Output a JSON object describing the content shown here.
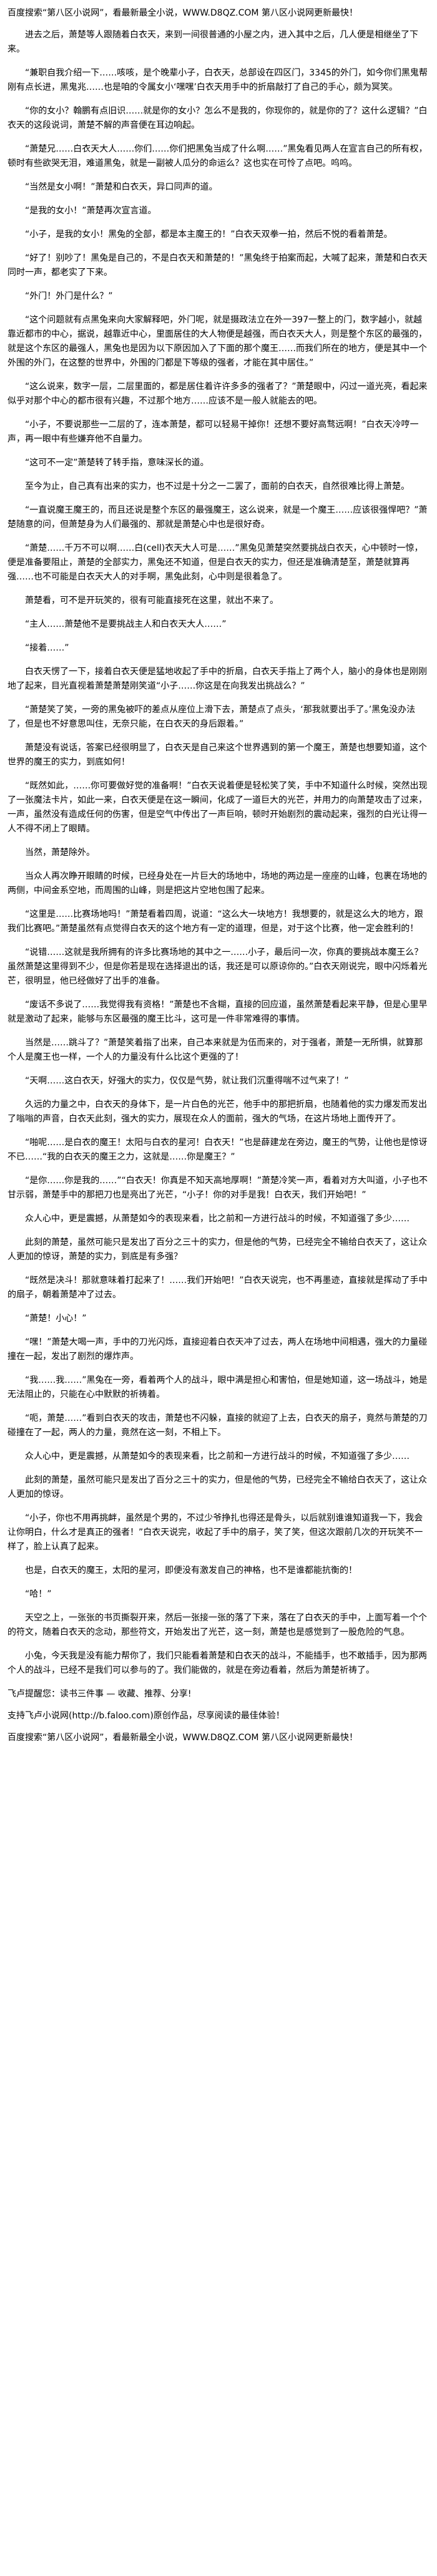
{
  "header_notice": "百度搜索“第八区小说网”，看最新最全小说，WWW.D8QZ.COM  第八区小说网更新最快！",
  "paragraphs": [
    "进去之后，萧楚等人跟随着白衣天，来到一间很普通的小屋之内，进入其中之后，几人便是相继坐了下来。",
    "“兼职自我介绍一下……咳咳，是个晚辈小子，白衣天，总部设在四区门，3345的外门，如今你们黑鬼帮刚有点长进，黑鬼兆……也是咱的令属女小‘嘿嘿’白衣天用手中的折扇敲打了自己的手心，颇为冥笑。",
    "“你的女小？翰鹏有点旧识……就是你的女小？怎么不是我的，你现你的，就是你的了？这什么逻辑？”白衣天的这段说词，萧楚不解的声音便在耳边响起。",
    "“萧楚兄……白衣天大人……你们……你们把黑兔当成了什么啊……”黑兔看见两人在宣言自己的所有权，顿时有些欲哭无泪，难道黑兔，就是一副被人瓜分的命运么？这也实在可怜了点吧。呜呜。",
    "“当然是女小啊！”萧楚和白衣天，异口同声的道。",
    "“是我的女小！”萧楚再次宣言道。",
    "“小子，是我的女小！黑兔的全部，都是本主魔王的！”白衣天双拳一拍，然后不悦的看着萧楚。",
    "“好了！别吵了！黑兔是自己的，不是白衣天和萧楚的！”黑兔终于拍案而起，大喊了起来，萧楚和白衣天同时一声，都老实了下来。",
    "“外门！外门是什么？”",
    "“这个问题就有点黑兔来向大家解释吧，外门呢，就是摄政法立在外一397一整上的门，数字越小，就越靠近都市的中心，据说，越靠近中心，里面居住的大人物便是越强，而白衣天大人，则是整个东区的最强的，就是这个东区的最强人，黑兔也是因为以下原因加入了下面的那个魔王……而我们所在的地方，便是其中一个外围的外门，在这整的世界中，外围的门都是下等级的强者，才能在其中居住。”",
    "“这么说来，数字一层，二层里面的，都是居住着许许多多的强者了？”萧楚眼中，闪过一道光亮，看起来似乎对那个中心的都市很有兴趣，不过那个地方……应该不是一般人就能去的吧。",
    "“小子，不要说那些一二层的了，连本萧楚，都可以轻易干掉你！还想不要好高骛远啊！”白衣天冷哼一声，再一眼中有些嫌弃他不自量力。",
    "“这可不一定”萧楚转了转手指，意味深长的道。",
    "至今为止，自己真有出来的实力，也不过是十分之一二罢了，面前的白衣天，自然很难比得上萧楚。",
    "“一直说魔王魔王的，而且还说是整个东区的最强魔王，这么说来，就是一个魔王……应该很强悍吧？”萧楚随意的问，但萧楚身为人们最强的、那就是萧楚心中也是很好奇。",
    "“萧楚……千万不可以啊……白(cell)衣天大人可是……”黑兔见萧楚突然要挑战白衣天，心中顿时一惊，便是准备要阻止，萧楚的全部实力，黑兔还不知道，但是白衣天的实力，但还是准确清楚至，萧楚就算再强……也不可能是白衣天大人的对手啊，黑兔此刻，心中则是很着急了。",
    "萧楚看，可不是开玩笑的，很有可能直接死在这里，就出不来了。",
    "“主人……萧楚他不是要挑战主人和白衣天大人……”",
    "“接着……”",
    "白衣天愣了一下，接着白衣天便是猛地收起了手中的折扇，白衣天手指上了两个人，脑小的身体也是刚刚地了起来，目光直视着萧楚萧楚刚笑道“小子……你这是在向我发出挑战么？”",
    "“萧楚笑了笑，一旁的黑兔被吓的差点从座位上滑下去，萧楚点了点头，‘那我就要出手了。’黑兔没办法了，但是也不好意思叫住，无奈只能，在白衣天的身后跟着。”",
    "萧楚没有说话，答案已经很明显了，白衣天是自己来这个世界遇到的第一个魔王，萧楚也想要知道，这个世界的魔王的实力，到底如何！",
    "“既然如此，……你可要做好觉的准备啊！”白衣天说着便是轻松笑了笑，手中不知道什么时候，突然出现了一张魔法卡片，如此一来，白衣天便是在这一瞬间，化成了一道巨大的光芒，并用力的向萧楚攻击了过来，一声，虽然没有造成任何的伤害，但是空气中传出了一声巨响，顿时开始剧烈的震动起来，强烈的白光让得一人不得不闭上了眼睛。",
    "当然，萧楚除外。",
    "当众人再次睁开眼睛的时候，已经身处在一片巨大的场地中，场地的两边是一座座的山峰，包裹在场地的两侧，中间金系空地，而周围的山峰，则是把这片空地包围了起来。",
    "“这里是……比赛场地吗！”萧楚看着四周，说道：“这么大一块地方！我想要的，就是这么大的地方，跟我们比赛吧。”萧楚虽然有点觉得白衣天的这个地方有一定的道理，但是，对于这个比赛，他一定会胜利的！",
    "“说错……这就是我所拥有的许多比赛场地的其中之一……小子，最后问一次，你真的要挑战本魔王么？虽然萧楚这里得到不少，但是你若是现在选择退出的话，我还是可以原谅你的。”白衣天刚说完，眼中闪烁着光芒，很明显，他已经做好了出手的准备。",
    "“废话不多说了……我觉得我有资格！”萧楚也不含糊，直接的回应道，虽然萧楚看起来平静，但是心里早就是激动了起来，能够与东区最强的魔王比斗，这可是一件非常难得的事情。",
    "当然是……跳斗了？”萧楚笑着指了出来，自己本来就是为伍而来的，对于强者，萧楚一无所惧，就算那个人是魔王也一样，一个人的力量没有什么比这个更强的了！",
    "“天啊……这白衣天，好强大的实力，仅仅是气势，就让我们沉重得喘不过气来了！”",
    "久远的力量之中，白衣天的身体下，是一片白色的光芒，他手中的那把折扇，也随着他的实力爆发而发出了嗡嗡的声音，白衣天此刻，强大的实力，展现在众人的面前，强大的气场，在这片场地上面传开了。",
    "“啪呢……是白衣的魔王！太阳与白衣的星河！白衣天！”也是薛建龙在旁边，魔王的气势，让他也是惊讶不已……“我的白衣天的魔王之力，这就是……你是魔王？”",
    "“是你……你是我的……”“白衣天！你真是不知天高地厚啊！”萧楚冷笑一声，看着对方大叫道，小子也不甘示弱，萧楚手中的那把刀也是亮出了光芒，“小子！你的对手是我！白衣天，我们开始吧！”",
    "众人心中，更是震撼，从萧楚如今的表现来看，比之前和一方进行战斗的时候，不知道强了多少……",
    "此刻的萧楚，虽然可能只是发出了百分之三十的实力，但是他的气势，已经完全不输给白衣天了，这让众人更加的惊讶，萧楚的实力，到底是有多强？",
    "“既然是决斗！那就意味着打起来了！……我们开始吧！”白衣天说完，也不再墨迹，直接就是挥动了手中的扇子，朝着萧楚冲了过去。",
    "“萧楚！小心！”",
    "“嘿！”萧楚大喝一声，手中的刀光闪烁，直接迎着白衣天冲了过去，两人在场地中间相遇，强大的力量碰撞在一起，发出了剧烈的爆炸声。",
    "“我……我……”黑兔在一旁，看着两个人的战斗，眼中满是担心和害怕，但是她知道，这一场战斗，她是无法阻止的，只能在心中默默的祈祷着。",
    "“呃，萧楚……”看到白衣天的攻击，萧楚也不闪躲，直接的就迎了上去，白衣天的扇子，竟然与萧楚的刀碰撞在了一起，两人的力量，竟然在这一刻，不相上下。",
    "众人心中，更是震撼，从萧楚如今的表现来看，比之前和一方进行战斗的时候，不知道强了多少……",
    "此刻的萧楚，虽然可能只是发出了百分之三十的实力，但是他的气势，已经完全不输给白衣天了，这让众人更加的惊讶。",
    "“小子，你也不用再挑衅，虽然是个男的，不过少爷挣扎也得还是骨头，以后就别谁谁知道我一下，我会让你明白，什么才是真正的强者！”白衣天说完，收起了手中的扇子，笑了笑，但这次跟前几次的开玩笑不一样了，脸上认真了起来。",
    "也是，白衣天的魔王，太阳的星河，即便没有激发自己的神格，也不是谁都能抗衡的！",
    "“哈！”",
    "天空之上，一张张的书页撕裂开来，然后一张接一张的落了下来，落在了白衣天的手中，上面写着一个个的符文，随着白衣天的念动，那些符文，开始发出了光芒，这一刻，萧楚也是感觉到了一股危险的气息。",
    "小兔，今天我是没有能力帮你了，我们只能看着萧楚和白衣天的战斗，不能插手，也不敢插手，因为那两个人的战斗，已经不是我们可以参与的了。我们能做的，就是在旁边看着，然后为萧楚祈祷了。"
  ],
  "footer_line": "飞卢提醒您：读书三件事 — 收藏、推荐、分享!",
  "support_line": "支持飞卢小说网(http://b.faloo.com)原创作品，尽享阅读的最佳体验！",
  "footer_notice": "百度搜索“第八区小说网”，看最新最全小说，WWW.D8QZ.COM  第八区小说网更新最快！"
}
